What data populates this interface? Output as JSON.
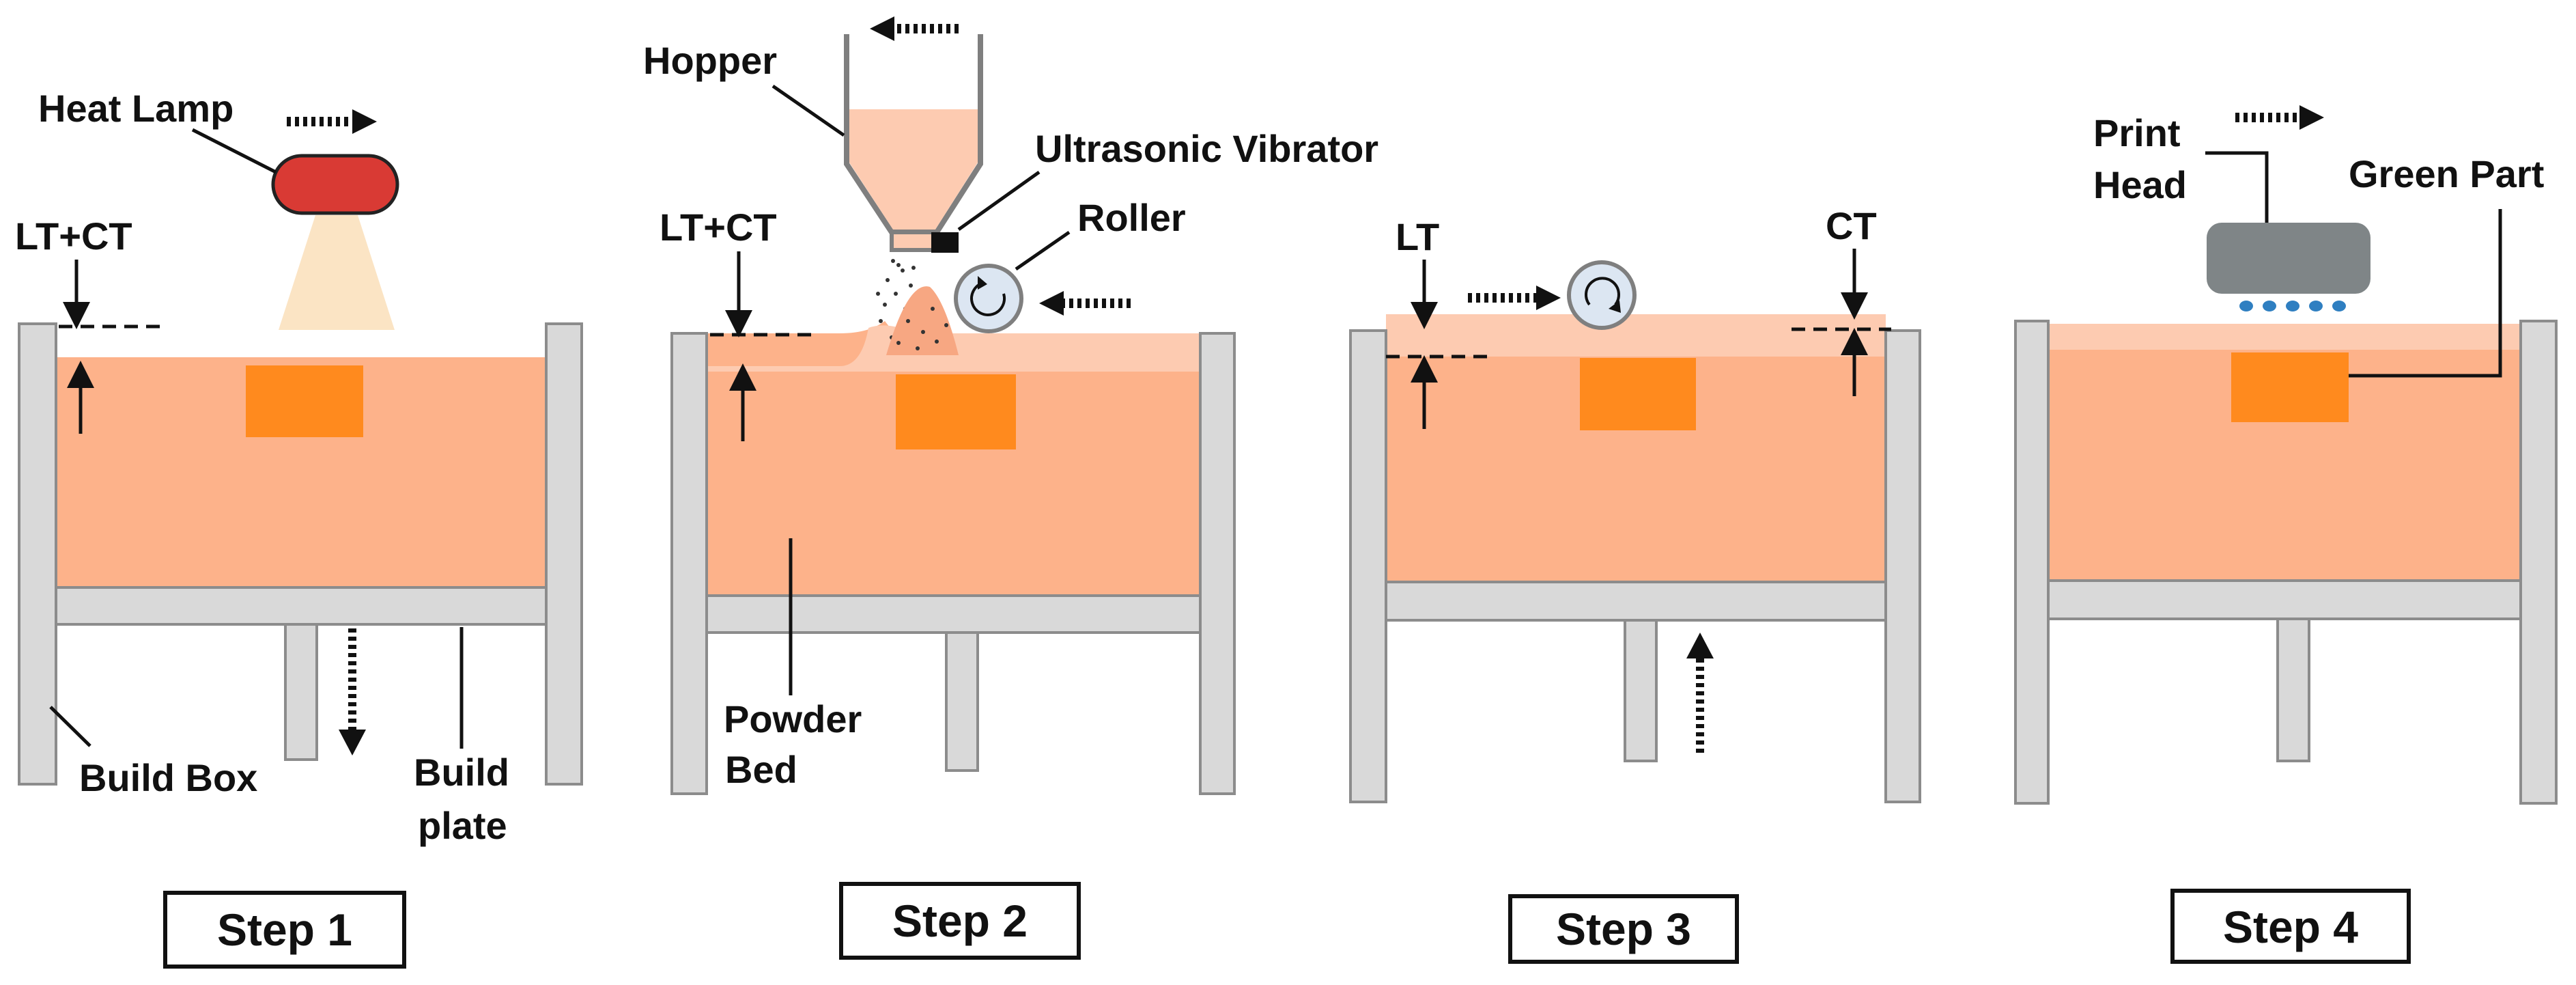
{
  "colors": {
    "powder": "#fdb28a",
    "powder_light": "#fdcbb1",
    "part": "#ff8a1e",
    "frame": "#d9d9d9",
    "frame_stroke": "#8c8c8c",
    "lamp": "#d93a34",
    "beam": "#fbe4c4",
    "print_head": "#7f8587",
    "droplet": "#2f7fc1",
    "roller": "#dce6f2"
  },
  "icons": [
    "heat-lamp-icon",
    "hopper-icon",
    "ultrasonic-vibrator-icon",
    "roller-icon",
    "print-head-icon",
    "dotted-arrow-icon"
  ],
  "steps": [
    {
      "label": "Step 1",
      "annotations": [
        "Heat Lamp",
        "LT+CT",
        "Build Box",
        "Build plate"
      ]
    },
    {
      "label": "Step 2",
      "annotations": [
        "Hopper",
        "Ultrasonic Vibrator",
        "Roller",
        "LT+CT",
        "Powder Bed"
      ]
    },
    {
      "label": "Step 3",
      "annotations": [
        "LT",
        "CT"
      ]
    },
    {
      "label": "Step 4",
      "annotations": [
        "Print Head",
        "Green Part"
      ]
    }
  ],
  "labels": {
    "heat_lamp": "Heat Lamp",
    "lt_ct_1": "LT+CT",
    "build_box": "Build Box",
    "build_plate_1": "Build",
    "build_plate_2": "plate",
    "hopper": "Hopper",
    "ultrasonic_vibrator": "Ultrasonic Vibrator",
    "roller": "Roller",
    "lt_ct_2": "LT+CT",
    "powder_bed_1": "Powder",
    "powder_bed_2": "Bed",
    "lt": "LT",
    "ct": "CT",
    "print_head_1": "Print",
    "print_head_2": "Head",
    "green_part": "Green Part",
    "step1": "Step 1",
    "step2": "Step 2",
    "step3": "Step 3",
    "step4": "Step 4"
  }
}
